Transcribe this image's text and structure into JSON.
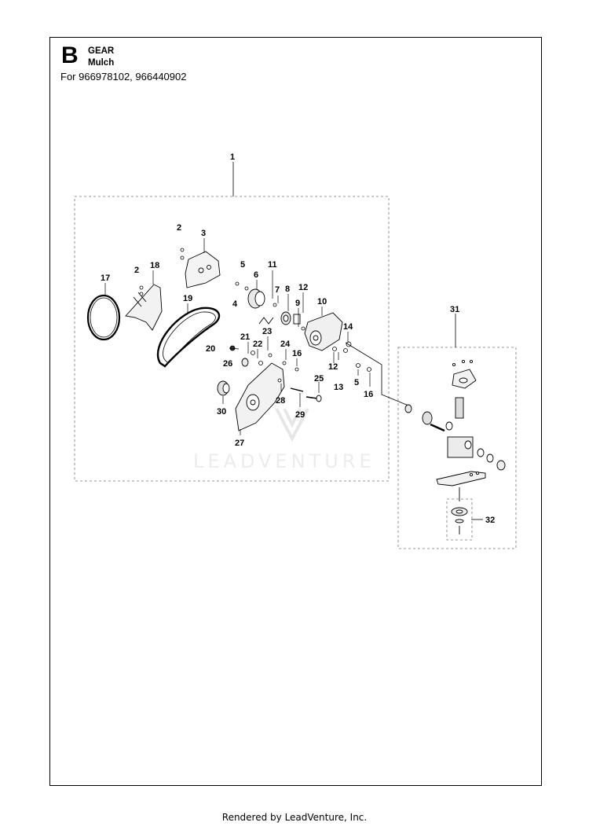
{
  "header": {
    "section_letter": "B",
    "title": "GEAR",
    "subtitle": "Mulch",
    "models": "For 966978102, 966440902"
  },
  "watermark": "LEADVENTURE",
  "footer": "Rendered by LeadVenture, Inc.",
  "callouts": {
    "c1": "1",
    "c2a": "2",
    "c2b": "2",
    "c3": "3",
    "c4": "4",
    "c5a": "5",
    "c5b": "5",
    "c6": "6",
    "c7": "7",
    "c8": "8",
    "c9": "9",
    "c10": "10",
    "c11": "11",
    "c12a": "12",
    "c12b": "12",
    "c13": "13",
    "c14": "14",
    "c16a": "16",
    "c16b": "16",
    "c17": "17",
    "c18": "18",
    "c19": "19",
    "c20": "20",
    "c21": "21",
    "c22": "22",
    "c23": "23",
    "c24": "24",
    "c25": "25",
    "c26": "26",
    "c27": "27",
    "c28": "28",
    "c29": "29",
    "c30": "30",
    "c31": "31",
    "c32": "32"
  }
}
